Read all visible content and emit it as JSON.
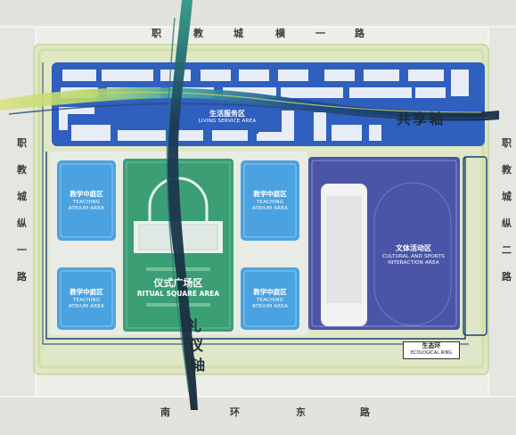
{
  "roads": {
    "top": [
      "职",
      "教",
      "城",
      "横",
      "一",
      "路"
    ],
    "left": [
      "职",
      "教",
      "城",
      "纵",
      "一",
      "路"
    ],
    "right": [
      "职",
      "教",
      "城",
      "纵",
      "二",
      "路"
    ],
    "bottom": [
      "南",
      "环",
      "东",
      "路"
    ]
  },
  "zones": {
    "living": {
      "cn": "生活服务区",
      "en": "LIVING SERVICE AREA",
      "color": "#2f5fbf"
    },
    "teaching_tl": {
      "cn": "教学中庭区",
      "en1": "TEACHING",
      "en2": "ATRIUM AREA",
      "color": "#4aa3e0"
    },
    "teaching_bl": {
      "cn": "教学中庭区",
      "en1": "TEACHING",
      "en2": "ATRIUM AREA",
      "color": "#4aa3e0"
    },
    "teaching_tr": {
      "cn": "教学中庭区",
      "en1": "TEACHING",
      "en2": "ATRIUM AREA",
      "color": "#4aa3e0"
    },
    "teaching_br": {
      "cn": "教学中庭区",
      "en1": "TEACHING",
      "en2": "ATRIUM AREA",
      "color": "#4aa3e0"
    },
    "ritual": {
      "cn": "仪式广场区",
      "en": "RITUAL SQUARE AREA",
      "color": "#3b9e74"
    },
    "culture": {
      "cn": "文体活动区",
      "en1": "CULTURAL AND SPORTS",
      "en2": "INTERACTION AREA",
      "color": "#4b55a8"
    }
  },
  "axes": {
    "shared": "共享轴",
    "ritual": [
      "礼",
      "仪",
      "轴"
    ]
  },
  "ecological": {
    "cn": "生态环",
    "en": "ECOLOGICAL RING",
    "color": "#1e3f6e"
  }
}
